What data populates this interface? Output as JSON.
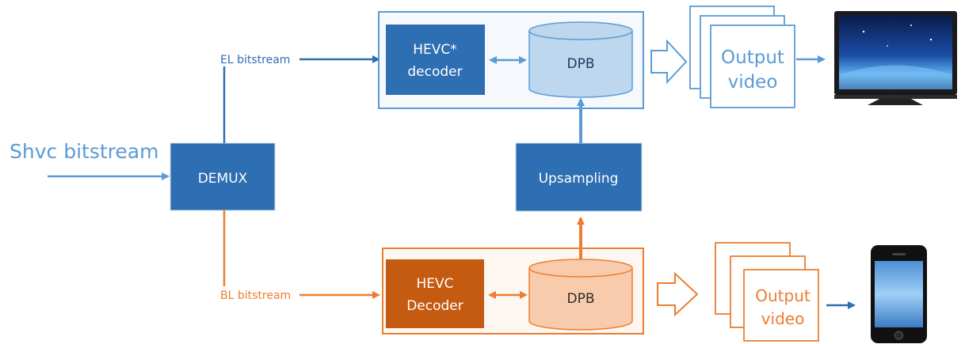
{
  "input": {
    "label": "Shvc bitstream"
  },
  "demux": {
    "label": "DEMUX"
  },
  "streams": {
    "el": {
      "label": "EL bitstream"
    },
    "bl": {
      "label": "BL bitstream"
    }
  },
  "el_decoder": {
    "line1": "HEVC*",
    "line2": "decoder"
  },
  "bl_decoder": {
    "line1": "HEVC",
    "line2": "Decoder"
  },
  "el_dpb": {
    "label": "DPB"
  },
  "bl_dpb": {
    "label": "DPB"
  },
  "upsampling": {
    "label": "Upsampling"
  },
  "el_output": {
    "line1": "Output",
    "line2": "video"
  },
  "bl_output": {
    "line1": "Output",
    "line2": "video"
  },
  "colors": {
    "blue_dark": "#2e6eb3",
    "blue_light": "#5b9bd5",
    "blue_dpb": "#bdd7ee",
    "orange": "#ed7d31",
    "orange_dark": "#c55a11",
    "orange_dpb": "#f8cbad",
    "panel_bg": "#f5f8fc"
  }
}
